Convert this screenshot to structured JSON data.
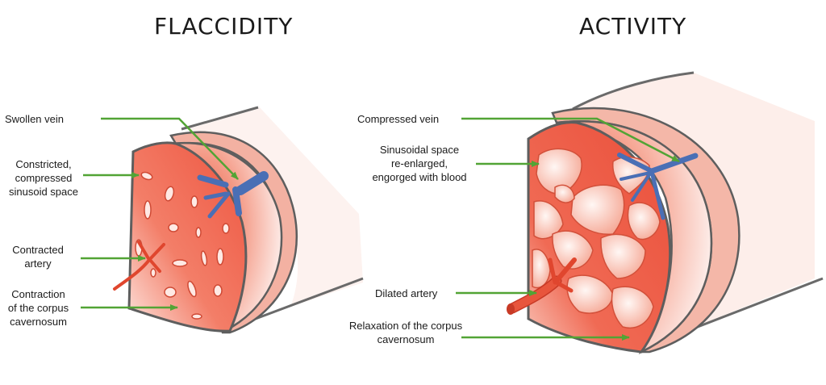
{
  "titles": {
    "left": "FLACCIDITY",
    "right": "ACTIVITY"
  },
  "left_labels": {
    "swollen_vein": "Swollen vein",
    "constricted_sinusoid": "Constricted,\ncompressed\nsinusoid space",
    "contracted_artery": "Contracted\nartery",
    "contraction_corpus": "Contraction\nof  the corpus\ncavernosum"
  },
  "right_labels": {
    "compressed_vein": "Compressed vein",
    "sinusoidal_space": "Sinusoidal space\nre-enlarged,\nengorged  with blood",
    "dilated_artery": "Dilated artery",
    "relaxation_corpus": "Relaxation of the corpus\ncavernosum"
  },
  "colors": {
    "tissue": "#ee5540",
    "tissue_light": "#fde4de",
    "outline": "#5e5e5e",
    "vein": "#4a6fb5",
    "artery": "#e0462e",
    "arrow": "#52a435"
  }
}
